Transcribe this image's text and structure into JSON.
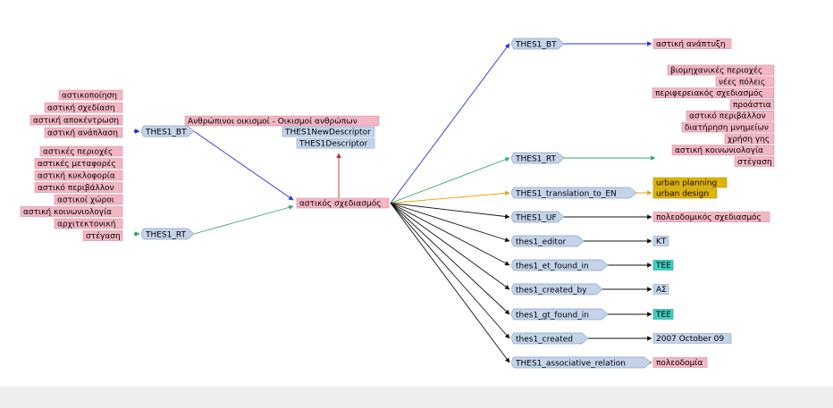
{
  "colors": {
    "pink": "#f3b6c5",
    "pink_border": "#d98aa0",
    "blue": "#c3d4ea",
    "blue_border": "#8aa4c8",
    "gold": "#e1b400",
    "teal": "#3ad0c4",
    "edge_black": "#111111",
    "edge_blue": "#2233dd",
    "edge_green": "#33aa66",
    "edge_orange": "#f0a000",
    "edge_red": "#cc2222"
  },
  "diagram": {
    "center": {
      "label": "αστικός σχεδιασμός"
    },
    "left_bt": {
      "label": "THES1_BT",
      "terms": [
        "αστικοποίηση",
        "αστική σχεδίαση",
        "αστική αποκέντρωση",
        "αστική ανάπλαση"
      ]
    },
    "left_rt": {
      "label": "THES1_RT",
      "terms": [
        "αστικές περιοχές",
        "αστικές μεταφορές",
        "αστική κυκλοφορία",
        "αστικό περιβάλλον",
        "αστικοί χώροι",
        "αστική κοινωνιολογία",
        "αρχιτεκτονική",
        "στέγαση"
      ]
    },
    "top_group": {
      "title": "Ανθρώπινοι οικισμοί - Οικισμοί ανθρώπων",
      "items": [
        "THES1NewDescriptor",
        "THES1Descriptor"
      ]
    },
    "right": [
      {
        "label": "THES1_BT",
        "values": [
          "αστική ανάπτυξη"
        ]
      },
      {
        "label": "THES1_RT",
        "values": [
          "βιομηχανικές περιοχές",
          "νέες πόλεις",
          "περιφερειακός σχεδιασμός",
          "προάστια",
          "αστικό περιβάλλον",
          "διατήρηση μνημείων",
          "χρήση γης",
          "αστική κοινωνιολογία",
          "στέγαση"
        ]
      },
      {
        "label": "THES1_translation_to_EN",
        "values": [
          "urban planning",
          "urban design"
        ]
      },
      {
        "label": "THES1_UF",
        "values": [
          "πολεοδομικός σχεδιασμός"
        ]
      },
      {
        "label": "thes1_editor",
        "values": [
          "ΚΤ"
        ]
      },
      {
        "label": "thes1_et_found_in",
        "values": [
          "ΤΕΕ"
        ]
      },
      {
        "label": "thes1_created_by",
        "values": [
          "ΑΣ"
        ]
      },
      {
        "label": "thes1_gt_found_in",
        "values": [
          "ΤΕΕ"
        ]
      },
      {
        "label": "thes1_created",
        "values": [
          "2007 October 09"
        ]
      },
      {
        "label": "THES1_associative_relation",
        "values": [
          "πολεοδομία"
        ]
      }
    ]
  }
}
